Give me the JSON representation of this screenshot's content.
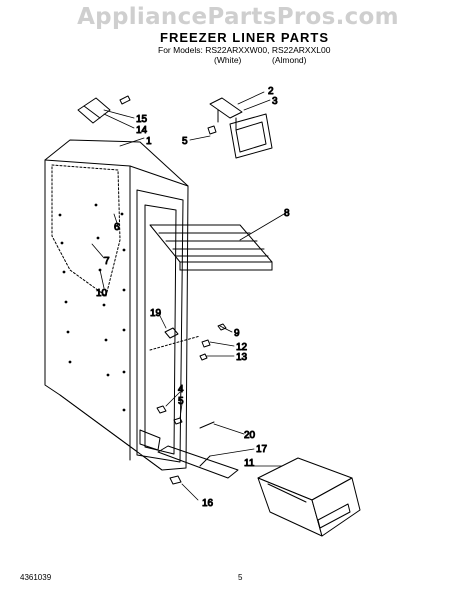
{
  "watermark": "AppliancePartsPros.com",
  "header": {
    "title": "FREEZER LINER PARTS",
    "models_line": "For Models: RS22ARXXW00, RS22ARXXL00",
    "color_white": "(White)",
    "color_almond": "(Almond)"
  },
  "callouts": [
    "15",
    "14",
    "1",
    "2",
    "3",
    "5",
    "6",
    "7",
    "10",
    "8",
    "19",
    "9",
    "12",
    "13",
    "4",
    "5",
    "20",
    "17",
    "11",
    "16"
  ],
  "footer": {
    "doc_number": "4361039",
    "page_number": "5"
  }
}
